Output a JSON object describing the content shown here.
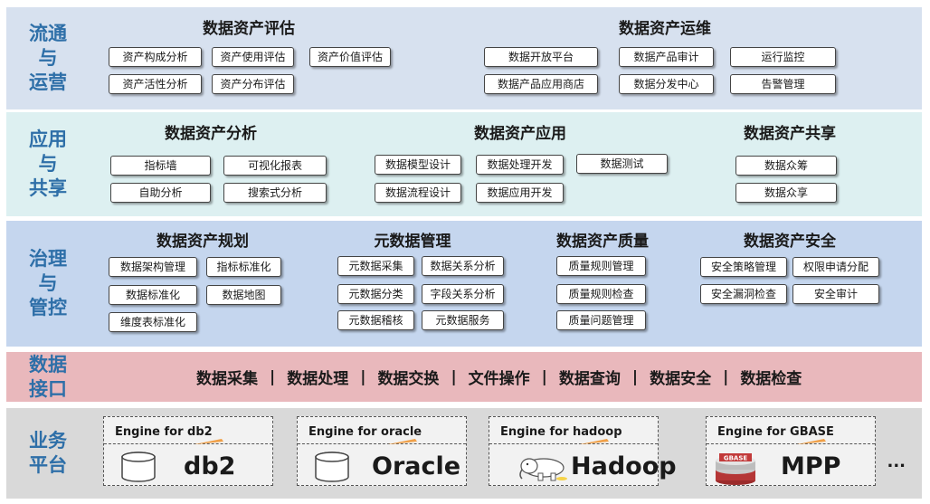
{
  "colors": {
    "band_circulation": "#d7e1ef",
    "band_application": "#ddf0f1",
    "band_governance": "#c5d6ee",
    "band_interface": "#e9b8bc",
    "band_platform": "#d9d9d9",
    "label_blue": "#2e6fa8",
    "arrow_orange": "#f0a048"
  },
  "circulation": {
    "label": [
      "流通",
      "与",
      "运营"
    ],
    "evaluation": {
      "title": "数据资产评估",
      "items": [
        "资产构成分析",
        "资产使用评估",
        "资产价值评估",
        "资产活性分析",
        "资产分布评估"
      ]
    },
    "operation": {
      "title": "数据资产运维",
      "items": [
        "数据开放平台",
        "数据产品审计",
        "运行监控",
        "数据产品应用商店",
        "数据分发中心",
        "告警管理"
      ]
    }
  },
  "application": {
    "label": [
      "应用",
      "与",
      "共享"
    ],
    "analysis": {
      "title": "数据资产分析",
      "items": [
        "指标墙",
        "可视化报表",
        "自助分析",
        "搜索式分析"
      ]
    },
    "apply": {
      "title": "数据资产应用",
      "items": [
        "数据模型设计",
        "数据处理开发",
        "数据测试",
        "数据流程设计",
        "数据应用开发"
      ]
    },
    "share": {
      "title": "数据资产共享",
      "items": [
        "数据众筹",
        "数据众享"
      ]
    }
  },
  "governance": {
    "label": [
      "治理",
      "与",
      "管控"
    ],
    "planning": {
      "title": "数据资产规划",
      "items": [
        "数据架构管理",
        "指标标准化",
        "数据标准化",
        "数据地图",
        "维度表标准化"
      ]
    },
    "metadata": {
      "title": "元数据管理",
      "items": [
        "元数据采集",
        "数据关系分析",
        "元数据分类",
        "字段关系分析",
        "元数据稽核",
        "元数据服务"
      ]
    },
    "quality": {
      "title": "数据资产质量",
      "items": [
        "质量规则管理",
        "质量规则检查",
        "质量问题管理"
      ]
    },
    "security": {
      "title": "数据资产安全",
      "items": [
        "安全策略管理",
        "权限申请分配",
        "安全漏洞检查",
        "安全审计"
      ]
    }
  },
  "interface": {
    "label": [
      "数据",
      "接口"
    ],
    "items": [
      "数据采集",
      "数据处理",
      "数据交换",
      "文件操作",
      "数据查询",
      "数据安全",
      "数据检查"
    ],
    "separator": "|"
  },
  "platform": {
    "label": [
      "业务",
      "平台"
    ],
    "engines": [
      {
        "label": "Engine for db2",
        "name": "db2",
        "logo": "database-cylinder-icon"
      },
      {
        "label": "Engine for  oracle",
        "name": "Oracle",
        "logo": "database-cylinder-icon"
      },
      {
        "label": "Engine for hadoop",
        "name": "Hadoop",
        "logo": "hadoop-elephant-icon"
      },
      {
        "label": "Engine for GBASE",
        "name": "MPP",
        "logo": "gbase-stack-icon",
        "logo_text": "GBASE"
      }
    ],
    "more": "..."
  }
}
